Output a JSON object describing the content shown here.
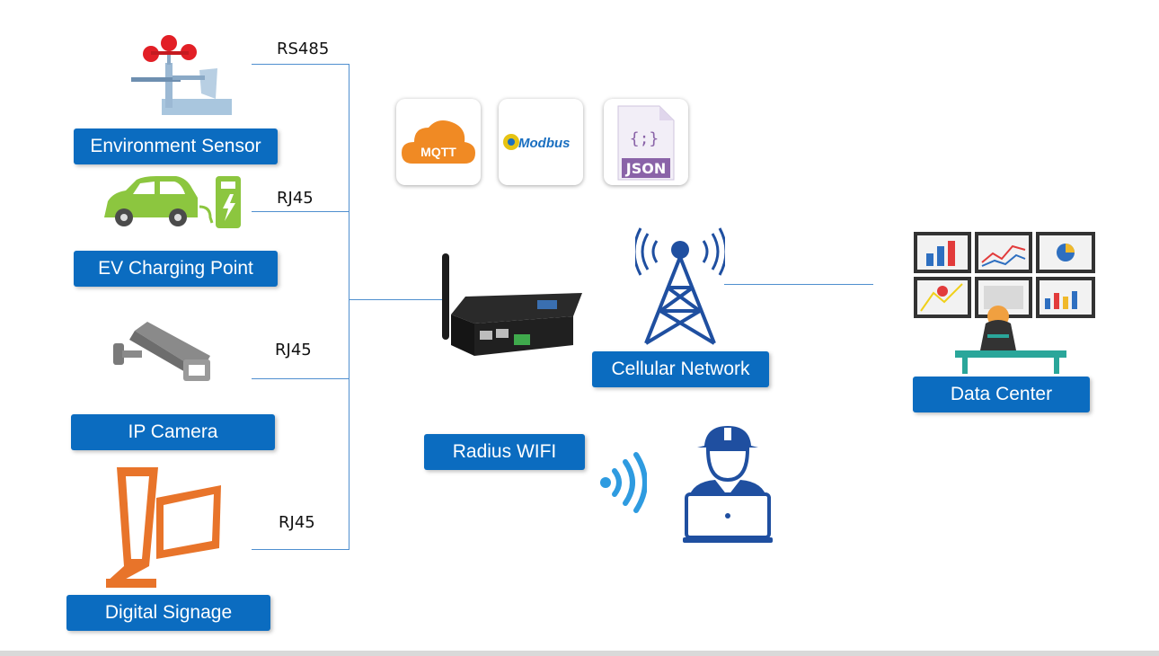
{
  "devices": [
    {
      "label": "Environment Sensor",
      "port": "RS485",
      "icon": "anemometer-icon"
    },
    {
      "label": "EV Charging Point",
      "port": "RJ45",
      "icon": "ev-charger-icon"
    },
    {
      "label": "IP Camera",
      "port": "RJ45",
      "icon": "cctv-camera-icon"
    },
    {
      "label": "Digital Signage",
      "port": "RJ45",
      "icon": "kiosk-icon"
    }
  ],
  "protocols": [
    {
      "label": "MQTT",
      "icon": "cloud-icon",
      "color": "#f08a24"
    },
    {
      "label": "Modbus",
      "icon": "modbus-logo-icon",
      "color": "#1a6fc0"
    },
    {
      "label": "JSON",
      "symbol": "{;}",
      "icon": "json-file-icon",
      "color": "#8a63a8"
    }
  ],
  "router": {
    "icon": "router-icon"
  },
  "cellular": {
    "label": "Cellular Network",
    "icon": "cell-tower-icon"
  },
  "data_center": {
    "label": "Data Center",
    "icon": "monitoring-wall-icon"
  },
  "wifi": {
    "label": "Radius WIFI",
    "icon": "wifi-signal-icon"
  },
  "engineer": {
    "icon": "engineer-laptop-icon"
  },
  "colors": {
    "label_bg": "#0b6cc0",
    "line": "#4f8fcf",
    "tower": "#1f4fa0",
    "signage": "#e8742a",
    "ev": "#8cc63f"
  }
}
